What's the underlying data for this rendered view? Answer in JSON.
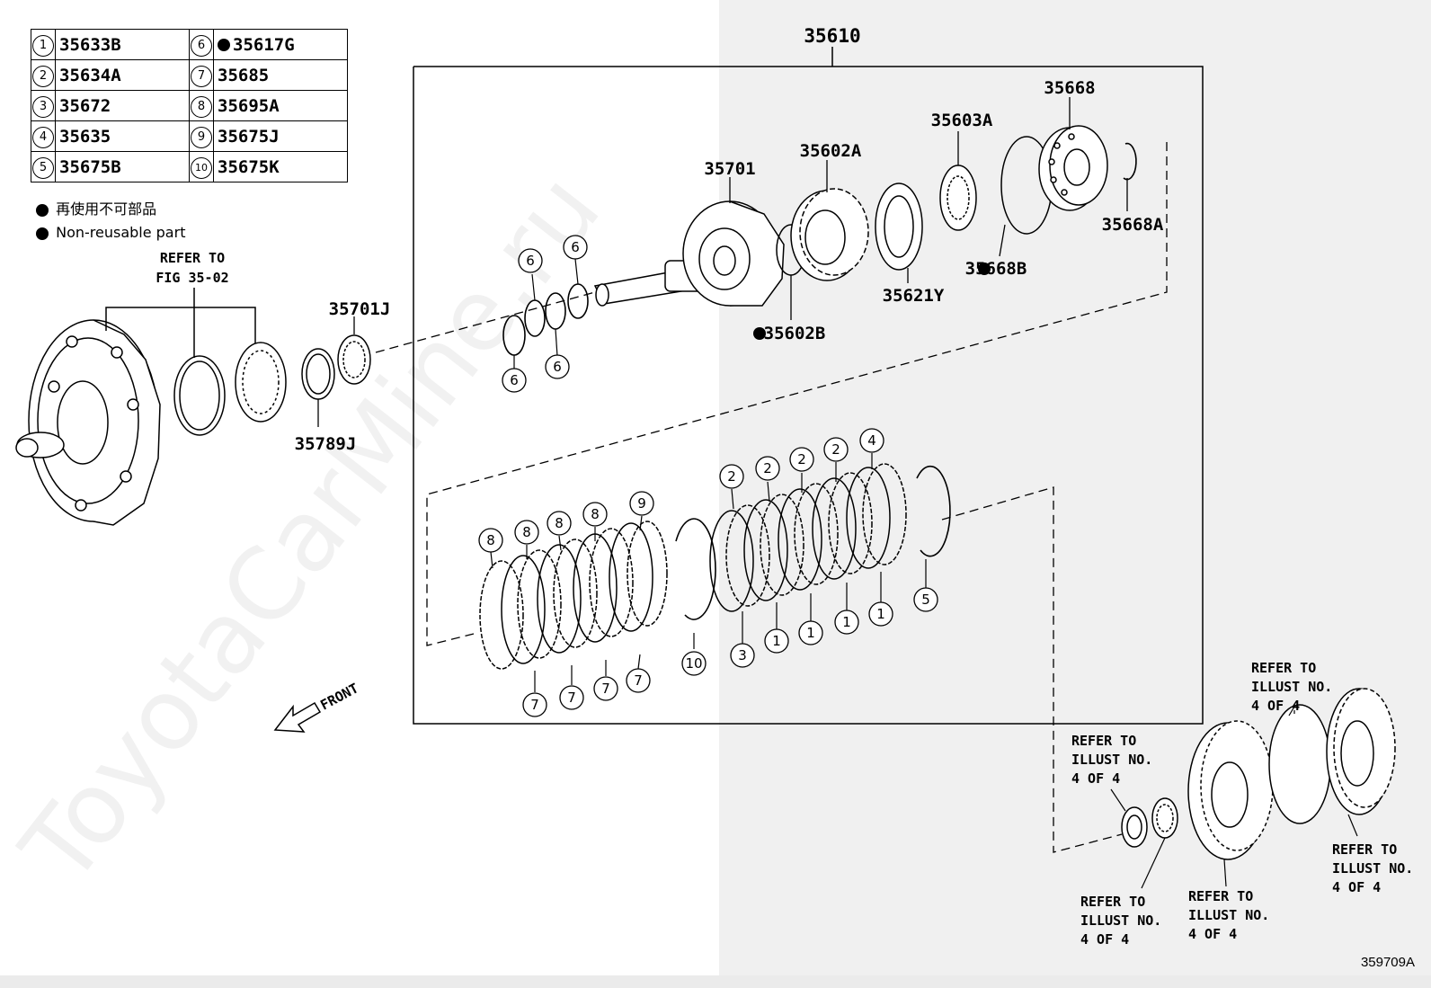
{
  "legend": [
    {
      "num": "1",
      "part": "35633B",
      "nonreusable": false
    },
    {
      "num": "2",
      "part": "35634A",
      "nonreusable": false
    },
    {
      "num": "3",
      "part": "35672",
      "nonreusable": false
    },
    {
      "num": "4",
      "part": "35635",
      "nonreusable": false
    },
    {
      "num": "5",
      "part": "35675B",
      "nonreusable": false
    },
    {
      "num": "6",
      "part": "35617G",
      "nonreusable": true
    },
    {
      "num": "7",
      "part": "35685",
      "nonreusable": false
    },
    {
      "num": "8",
      "part": "35695A",
      "nonreusable": false
    },
    {
      "num": "9",
      "part": "35675J",
      "nonreusable": false
    },
    {
      "num": "10",
      "part": "35675K",
      "nonreusable": false
    }
  ],
  "notes": {
    "jp": "再使用不可部品",
    "en": "Non-reusable part"
  },
  "labels": {
    "assembly": "35610",
    "p35668": "35668",
    "p35603A": "35603A",
    "p35602A": "35602A",
    "p35701": "35701",
    "p35668A": "35668A",
    "p35668B": "35668B",
    "p35621Y": "35621Y",
    "p35602B": "35602B",
    "p35701J": "35701J",
    "p35789J": "35789J"
  },
  "refer_fig": [
    "REFER TO",
    "FIG 35-02"
  ],
  "refer_illust": [
    "REFER TO",
    "ILLUST NO.",
    "4 OF 4"
  ],
  "front_label": "FRONT",
  "footer_code": "359709A",
  "watermark": "ToyotaCarMine.ru",
  "callouts": {
    "c6a": "6",
    "c6b": "6",
    "c6c": "6",
    "c6d": "6",
    "c8a": "8",
    "c8b": "8",
    "c8c": "8",
    "c8d": "8",
    "c9": "9",
    "c2a": "2",
    "c2b": "2",
    "c2c": "2",
    "c2d": "2",
    "c4": "4",
    "c7a": "7",
    "c7b": "7",
    "c7c": "7",
    "c7d": "7",
    "c10": "10",
    "c3": "3",
    "c1a": "1",
    "c1b": "1",
    "c1c": "1",
    "c1d": "1",
    "c5": "5"
  }
}
